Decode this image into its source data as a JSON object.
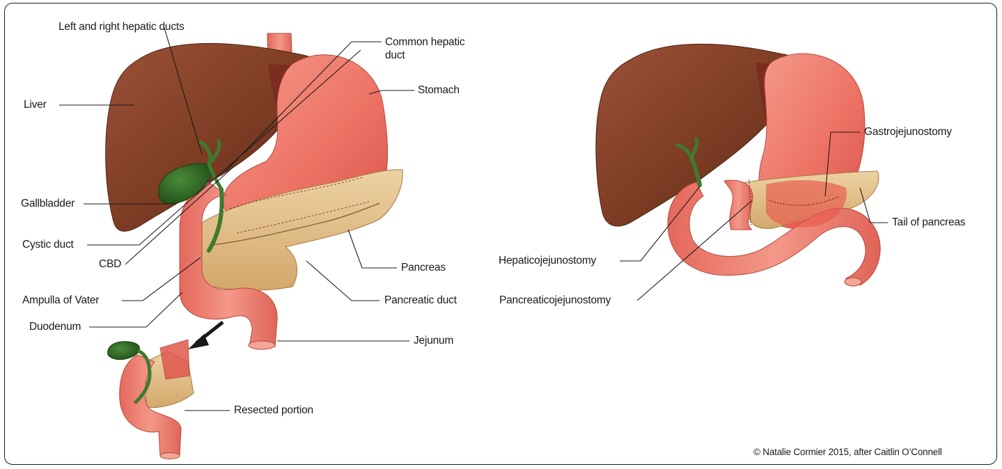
{
  "labels": {
    "left_right_hepatic_ducts": "Left and right hepatic ducts",
    "common_hepatic_duct_line1": "Common hepatic",
    "common_hepatic_duct_line2": "duct",
    "liver": "Liver",
    "stomach": "Stomach",
    "gallbladder": "Gallbladder",
    "cystic_duct": "Cystic duct",
    "cbd": "CBD",
    "pancreas": "Pancreas",
    "ampulla_of_vater": "Ampulla of Vater",
    "pancreatic_duct": "Pancreatic duct",
    "duodenum": "Duodenum",
    "jejunum": "Jejunum",
    "resected_portion": "Resected portion",
    "gastrojejunostomy": "Gastrojejunostomy",
    "tail_of_pancreas": "Tail of pancreas",
    "hepaticojejunostomy": "Hepaticojejunostomy",
    "pancreaticojejunostomy": "Pancreaticojejunostomy"
  },
  "credit": "© Natalie Cormier 2015, after Caitlin O’Connell",
  "colors": {
    "liver": "#7a3a22",
    "stomach": "#ee7466",
    "gallbladder": "#2f6a25",
    "pancreas": "#e3c08a",
    "bowel": "#ec7e72",
    "border": "#1a1a1a"
  }
}
